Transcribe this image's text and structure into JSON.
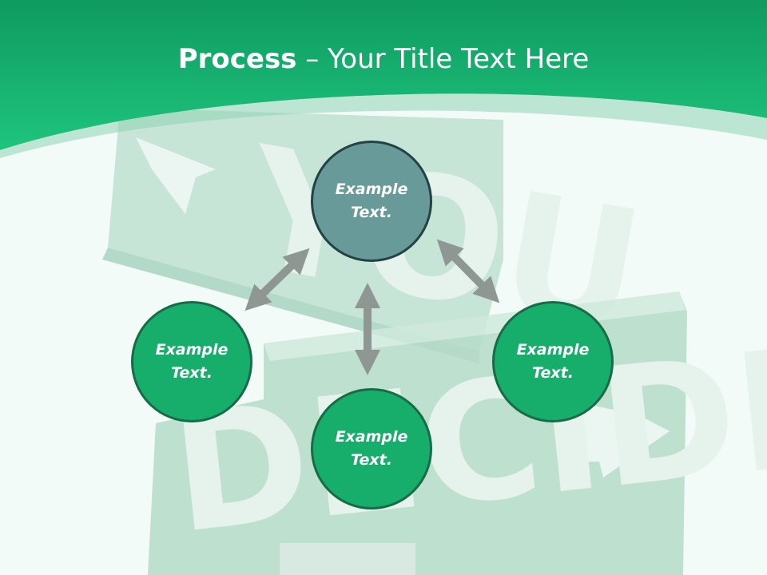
{
  "slide": {
    "title_bold": "Process",
    "title_rest": " – Your Title Text Here"
  },
  "background": {
    "sign_top": "YOU",
    "sign_bottom": "DECIDE"
  },
  "nodes": [
    {
      "id": "top",
      "text": "Example Text.",
      "color": "#679a98"
    },
    {
      "id": "left",
      "text": "Example Text.",
      "color": "#17ae6c"
    },
    {
      "id": "right",
      "text": "Example Text.",
      "color": "#17ae6c"
    },
    {
      "id": "bottom",
      "text": "Example Text.",
      "color": "#17ae6c"
    }
  ],
  "colors": {
    "header_dark": "#0f9a60",
    "header_light": "#1ec47e",
    "arrow": "#8f9793"
  }
}
